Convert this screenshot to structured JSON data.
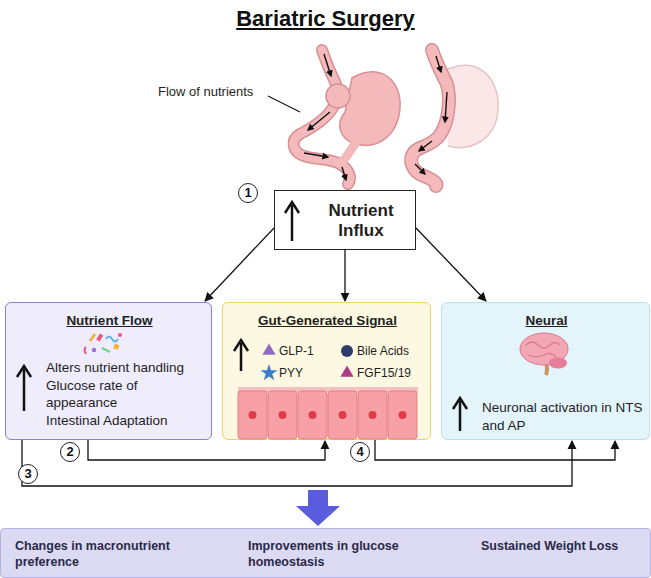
{
  "diagram": {
    "title": "Bariatric Surgery",
    "nodes": [
      {
        "text": [
          "Nutrient Influx"
        ]
      },
      {
        "text": [
          "Nutrient Flow",
          "Alters nutrient handling",
          "Glucose rate of appearance",
          "Intestinal Adaptation"
        ]
      },
      {
        "text": [
          "Gut-Generated Signal",
          "GLP-1",
          "Bile Acids",
          "PYY",
          "FGF15/19"
        ]
      },
      {
        "text": [
          "Neural",
          "Neuronal activation in NTS and AP"
        ]
      },
      {
        "text": [
          "Changes in macronutrient preference",
          "Improvements in glucose homeostasis",
          "Sustained Weight Loss"
        ]
      }
    ],
    "edges": [
      {
        "from": 0,
        "to": 1,
        "arrow": "to"
      },
      {
        "from": 0,
        "to": 2,
        "arrow": "to"
      },
      {
        "from": 0,
        "to": 3,
        "arrow": "to"
      },
      {
        "from": 1,
        "to": 2,
        "label": "2",
        "arrow": "to"
      },
      {
        "from": 1,
        "to": 3,
        "label": "3",
        "arrow": "to"
      },
      {
        "from": 2,
        "to": 3,
        "label": "4",
        "arrow": "to"
      }
    ],
    "labels": [
      "Flow of nutrients",
      "1"
    ]
  }
}
